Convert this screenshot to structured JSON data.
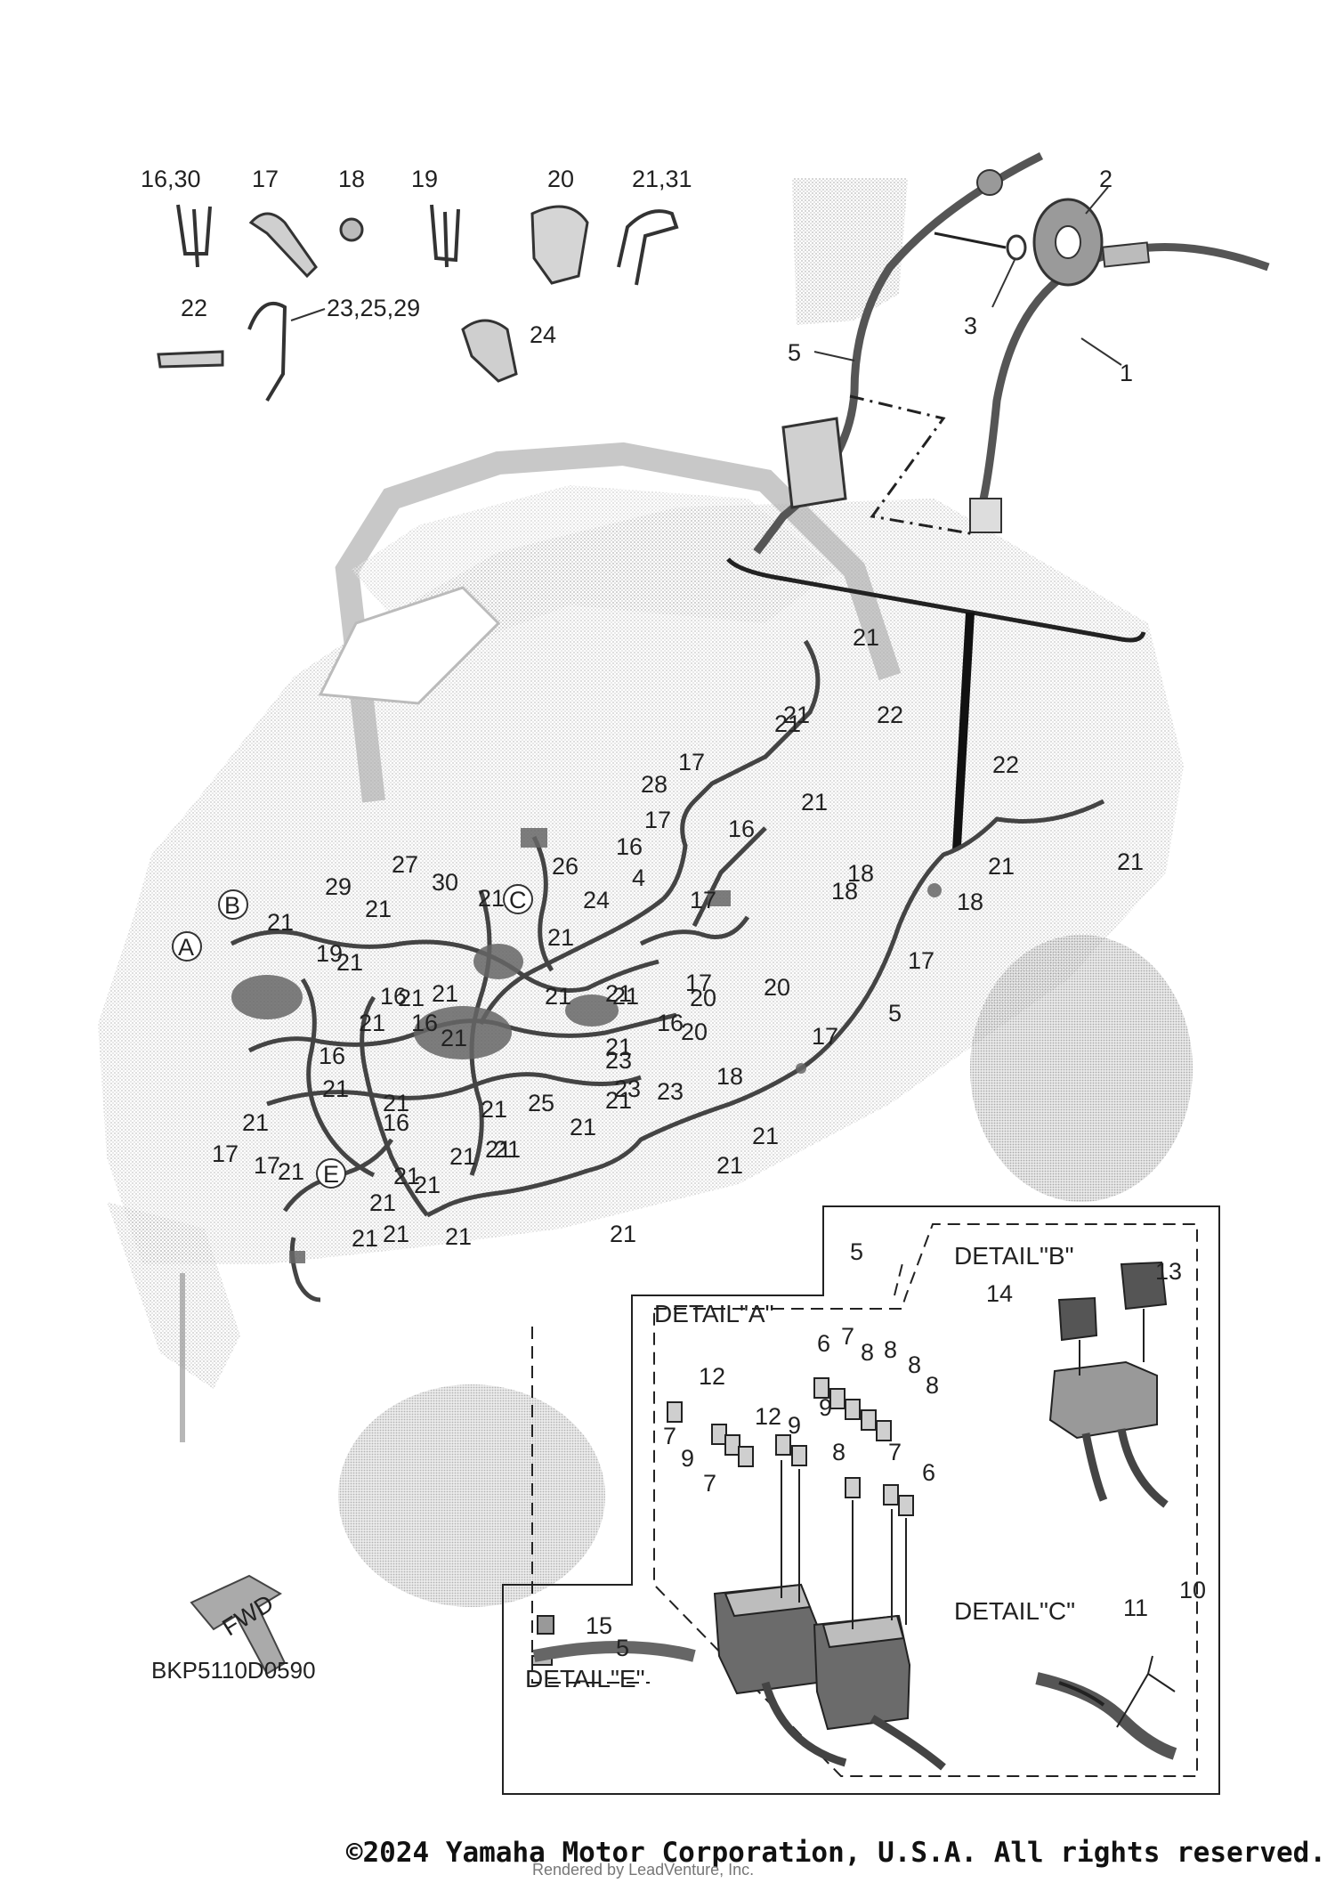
{
  "diagram": {
    "type": "exploded parts diagram",
    "figure_code": "BKP5110D0590",
    "fwd_arrow_label": "FWD",
    "detail_labels": {
      "a": "DETAIL\"A\"",
      "b": "DETAIL\"B\"",
      "c": "DETAIL\"C\"",
      "e": "DETAIL\"E\""
    },
    "circle_markers": [
      "A",
      "B",
      "C",
      "E"
    ],
    "clip_callouts": [
      "16,30",
      "17",
      "18",
      "19",
      "20",
      "21,31",
      "22",
      "23,25,29",
      "24"
    ],
    "inset_callouts": [
      "2",
      "3",
      "1",
      "5"
    ],
    "harness_callouts": [
      "21",
      "21",
      "22",
      "21",
      "28",
      "17",
      "21",
      "17",
      "16",
      "16",
      "22",
      "21",
      "21",
      "18",
      "18",
      "18",
      "27",
      "30",
      "21",
      "26",
      "29",
      "21",
      "21",
      "19",
      "21",
      "24",
      "4",
      "17",
      "21",
      "21",
      "17",
      "17",
      "20",
      "20",
      "20",
      "21",
      "16",
      "21",
      "21",
      "21",
      "21",
      "16",
      "16",
      "5",
      "21",
      "23",
      "17",
      "21",
      "16",
      "21",
      "21",
      "21",
      "23",
      "23",
      "18",
      "25",
      "21",
      "21",
      "21",
      "16",
      "21",
      "21",
      "21",
      "17",
      "17",
      "21",
      "21",
      "21",
      "21",
      "21",
      "21",
      "21",
      "21",
      "21",
      "21"
    ],
    "detail_callouts": [
      "5",
      "14",
      "13",
      "6",
      "7",
      "8",
      "8",
      "8",
      "8",
      "12",
      "9",
      "12",
      "9",
      "7",
      "9",
      "7",
      "8",
      "7",
      "6",
      "10",
      "11",
      "15",
      "5"
    ]
  },
  "footer": {
    "copyright": "©2024 Yamaha Motor Corporation, U.S.A. All rights reserved.",
    "rendered_by": "Rendered by LeadVenture, Inc."
  }
}
